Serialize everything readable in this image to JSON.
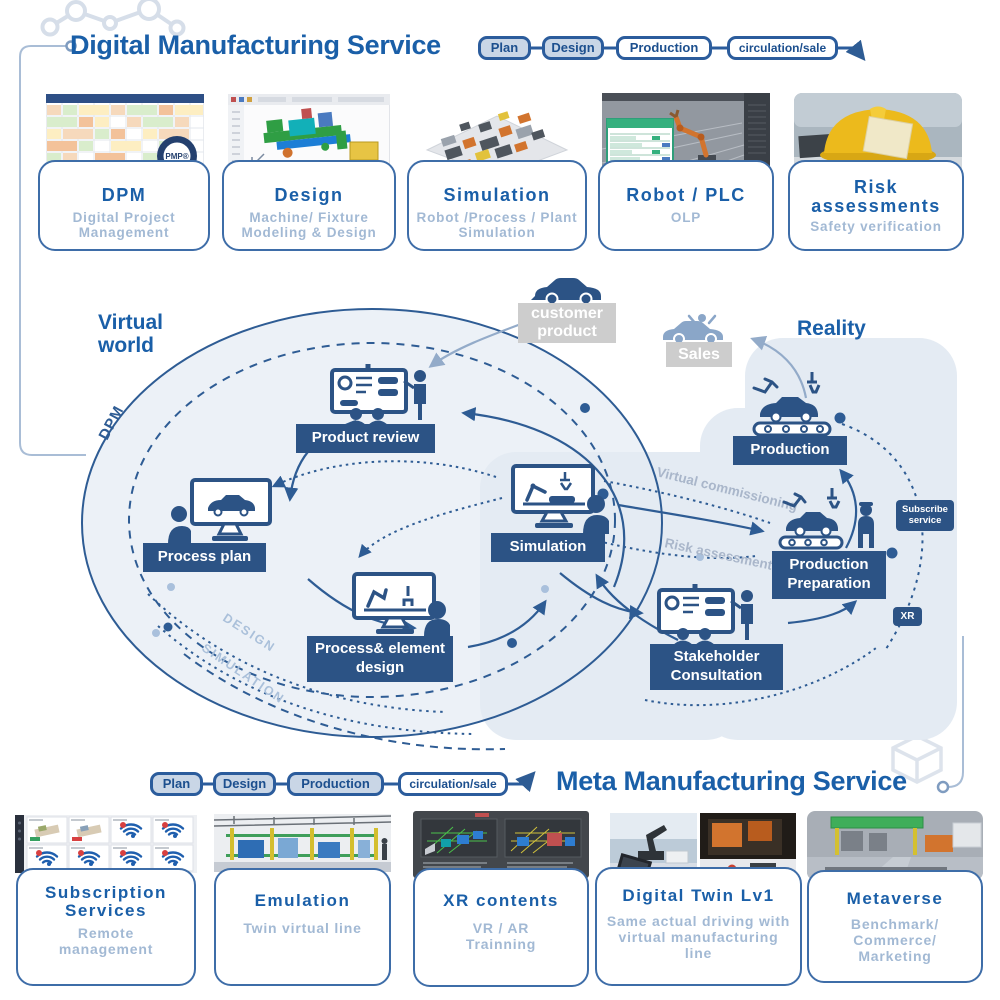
{
  "top_flow": {
    "title": "Digital Manufacturing Service",
    "steps": [
      "Plan",
      "Design",
      "Production",
      "circulation/sale"
    ]
  },
  "top_cards": [
    {
      "title": "DPM",
      "subtitle": "Digital Project Management"
    },
    {
      "title": "Design",
      "subtitle": "Machine/ Fixture Modeling & Design"
    },
    {
      "title": "Simulation",
      "subtitle": "Robot /Process / Plant Simulation"
    },
    {
      "title": "Robot / PLC",
      "subtitle": "OLP"
    },
    {
      "title": "Risk assessments",
      "subtitle": "Safety verification"
    }
  ],
  "pmp_badge": "PMP®",
  "diagram": {
    "virtual_world_label": "Virtual world",
    "reality_label": "Reality",
    "customer_product_label": "customer product",
    "sales_label": "Sales",
    "nodes": {
      "product_review": "Product review",
      "process_plan": "Process plan",
      "simulation": "Simulation",
      "process_element_design": "Process& element design",
      "stakeholder_consultation": "Stakeholder Consultation",
      "production_preparation": "Production Preparation",
      "production": "Production"
    },
    "badges": {
      "subscribe_service": "Subscribe service",
      "xr": "XR"
    },
    "arc_labels": {
      "dpm": "DPM",
      "design": "DESIGN",
      "simulation": "SIMULATION",
      "virtual_commissioning": "Virtual commissioning",
      "risk_assessments": "Risk assessments"
    }
  },
  "bottom_flow": {
    "title": "Meta Manufacturing Service",
    "steps": [
      "Plan",
      "Design",
      "Production",
      "circulation/sale"
    ]
  },
  "bottom_cards": [
    {
      "title": "Subscription Services",
      "subtitle": "Remote management"
    },
    {
      "title": "Emulation",
      "subtitle": "Twin virtual line"
    },
    {
      "title": "XR contents",
      "subtitle": "VR / AR Trainning"
    },
    {
      "title": "Digital Twin Lv1",
      "subtitle": "Same actual driving with virtual manufacturing line"
    },
    {
      "title": "Metaverse",
      "subtitle": "Benchmark/ Commerce/ Marketing"
    }
  ],
  "colors": {
    "primary_blue": "#1a5fa8",
    "node_blue": "#2c5385",
    "line_blue": "#2e5c94",
    "light_line": "#93abc9",
    "subtitle_blue": "#a2b9d4"
  }
}
